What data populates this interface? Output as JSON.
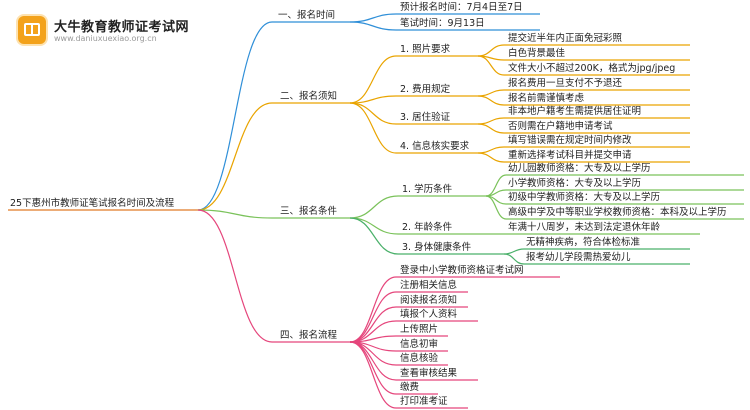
{
  "logo": {
    "title": "大牛教育教师证考试网",
    "url": "www.daniuxuexiao.org.cn"
  },
  "colors": {
    "time": "#2f8fd8",
    "notice": "#e9a400",
    "cond": "#7ac25a",
    "flow": "#e5467c",
    "root": "#e07a26",
    "cond3": "#4ab06a"
  },
  "mindmap": {
    "root": "25下惠州市教师证笔试报名时间及流程",
    "branches": {
      "time": {
        "label": "一、报名时间",
        "items": [
          "预计报名时间：7月4日至7日",
          "笔试时间：9月13日"
        ]
      },
      "notice": {
        "label": "二、报名须知",
        "subs": [
          {
            "label": "1. 照片要求",
            "items": [
              "提交近半年内正面免冠彩照",
              "白色背景最佳",
              "文件大小不超过200K，格式为jpg/jpeg"
            ]
          },
          {
            "label": "2. 费用规定",
            "items": [
              "报名费用一旦支付不予退还",
              "报名前需谨慎考虑"
            ]
          },
          {
            "label": "3. 居住验证",
            "items": [
              "非本地户籍考生需提供居住证明",
              "否则需在户籍地申请考试"
            ]
          },
          {
            "label": "4. 信息核实要求",
            "items": [
              "填写错误需在规定时间内修改",
              "重新选择考试科目并提交申请"
            ]
          }
        ]
      },
      "cond": {
        "label": "三、报名条件",
        "subs": [
          {
            "label": "1. 学历条件",
            "items": [
              "幼儿园教师资格：大专及以上学历",
              "小学教师资格：大专及以上学历",
              "初级中学教师资格：大专及以上学历",
              "高级中学及中等职业学校教师资格：本科及以上学历"
            ]
          },
          {
            "label": "2. 年龄条件",
            "items": [
              "年满十八周岁，未达到法定退休年龄"
            ]
          },
          {
            "label": "3. 身体健康条件",
            "items": [
              "无精神疾病，符合体检标准",
              "报考幼儿学段需热爱幼儿"
            ]
          }
        ]
      },
      "flow": {
        "label": "四、报名流程",
        "items": [
          "登录中小学教师资格证考试网",
          "注册相关信息",
          "阅读报名须知",
          "填报个人资料",
          "上传照片",
          "信息初审",
          "信息核验",
          "查看审核结果",
          "缴费",
          "打印准考证"
        ]
      }
    }
  }
}
